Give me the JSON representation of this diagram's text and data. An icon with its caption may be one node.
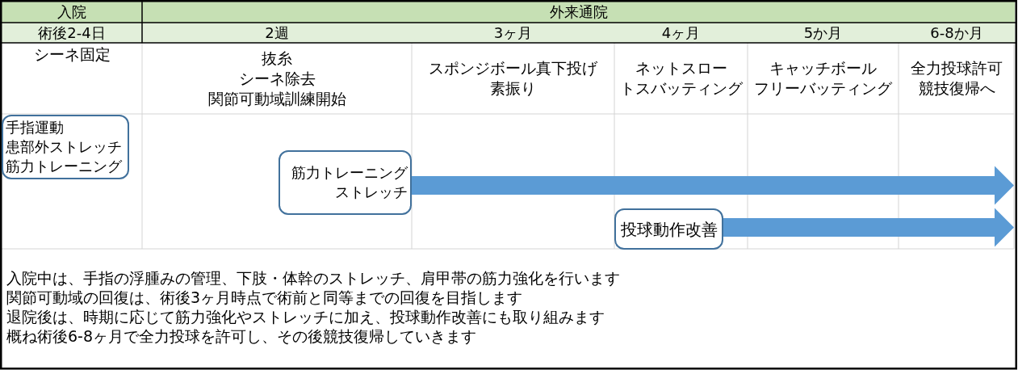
{
  "diagram": {
    "nodes": [
      {
        "text": [
          "手指運動",
          "患部外ストレッチ",
          "筋力トレーニング"
        ]
      },
      {
        "text": [
          "筋力トレーニング",
          "ストレッチ"
        ]
      },
      {
        "text": [
          "投球動作改善"
        ]
      }
    ],
    "edges": [
      {
        "from": 1,
        "to": null,
        "arrow": "to"
      },
      {
        "from": 2,
        "to": null,
        "arrow": "to"
      }
    ],
    "labels": [
      "入院",
      "外来通院",
      "術後2-4日",
      "2週",
      "3ヶ月",
      "4ヶ月",
      "5か月",
      "6-8か月",
      "シーネ固定",
      "抜糸",
      "シーネ除去",
      "関節可動域訓練開始",
      "スポンジボール真下投げ",
      "素振り",
      "ネットスロー",
      "トスバッティング",
      "キャッチボール",
      "フリーバッティング",
      "全力投球許可",
      "競技復帰へ",
      "入院中は、手指の浮腫みの管理、下肢・体幹のストレッチ、肩甲帯の筋力強化を行います",
      "関節可動域の回復は、術後3ヶ月時点で術前と同等までの回復を目指します",
      "退院後は、時期に応じて筋力強化やストレッチに加え、投球動作改善にも取り組みます",
      "概ね術後6-8ヶ月で全力投球を許可し、その後競技復帰していきます"
    ]
  }
}
